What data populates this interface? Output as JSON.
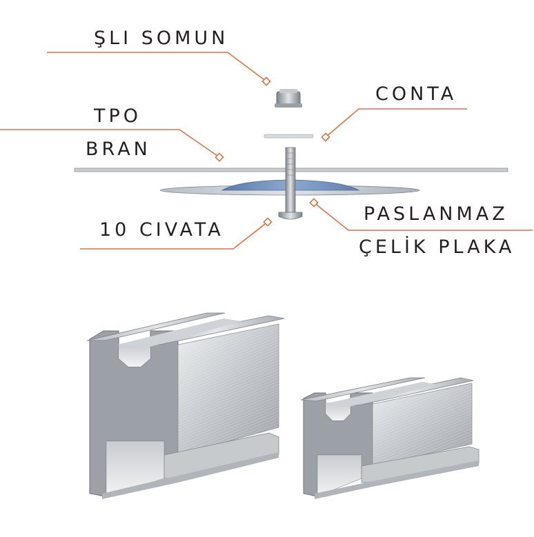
{
  "labels": {
    "nut": "ŞLI SOMUN",
    "gasket": "CONTA",
    "membrane_line1": "TPO",
    "membrane_line2": "BRAN",
    "bolt": "10 CIVATA",
    "plate_line1": "PASLANMAZ",
    "plate_line2": "ÇELİK PLAKA"
  },
  "colors": {
    "leader": "#e07040",
    "text": "#231f20",
    "aluminum_light": "#e6e8ea",
    "aluminum_mid": "#b9bdc1",
    "aluminum_dark": "#7f858b",
    "steel_blue": "#6f8fb8"
  }
}
